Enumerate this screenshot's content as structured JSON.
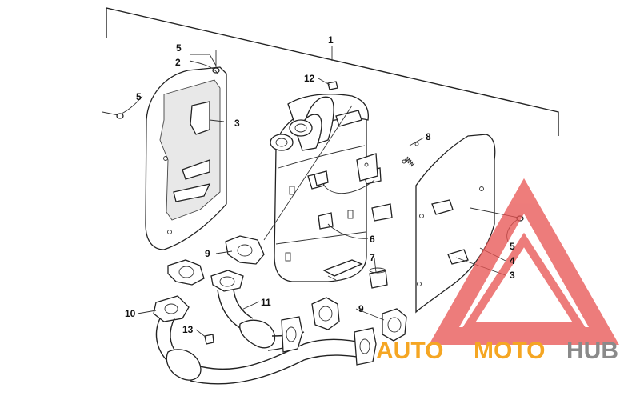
{
  "callouts": {
    "c1": "1",
    "c2": "2",
    "c3_left": "3",
    "c3_right": "3",
    "c4": "4",
    "c5_top": "5",
    "c5_left": "5",
    "c5_right": "5",
    "c6": "6",
    "c7": "7",
    "c8": "8",
    "c9_left": "9",
    "c9_right": "9",
    "c10": "10",
    "c11": "11",
    "c12": "12",
    "c13": "13"
  },
  "watermark": {
    "word_a": "AUTO",
    "word_b": "MOTO",
    "word_c": "HUB",
    "color_a": "#f5a623",
    "color_b": "#f5a623",
    "color_c": "#8a8a8a",
    "triangle_color": "#e8514f"
  }
}
